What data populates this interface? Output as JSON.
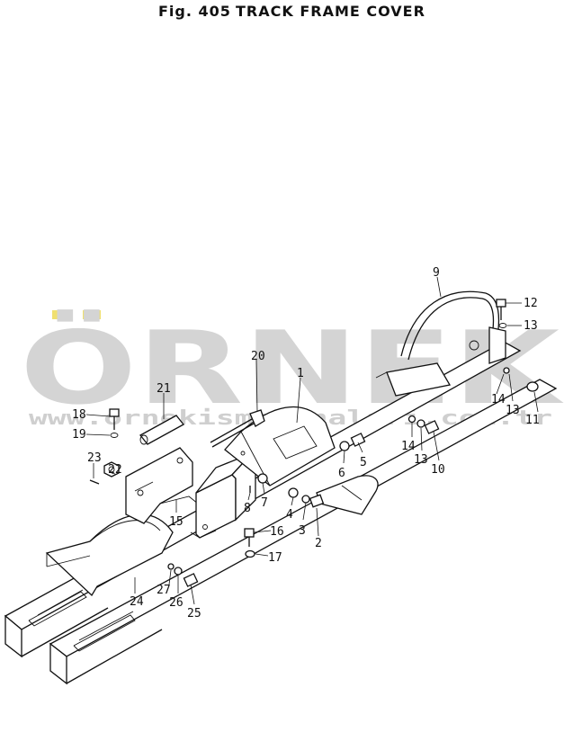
{
  "header": {
    "figure_number": "Fig. 405",
    "title": "TRACK FRAME COVER"
  },
  "watermark": {
    "brand": "ÖRNEK",
    "url": "www.ornekismakinalari.com.tr",
    "accent_color": "#f0e070",
    "text_color": "#d4d4d4"
  },
  "callouts": [
    "1",
    "2",
    "3",
    "4",
    "5",
    "6",
    "7",
    "8",
    "9",
    "10",
    "11",
    "12",
    "13",
    "13",
    "13",
    "14",
    "14",
    "15",
    "16",
    "17",
    "18",
    "19",
    "20",
    "21",
    "22",
    "23",
    "24",
    "25",
    "26",
    "27"
  ]
}
